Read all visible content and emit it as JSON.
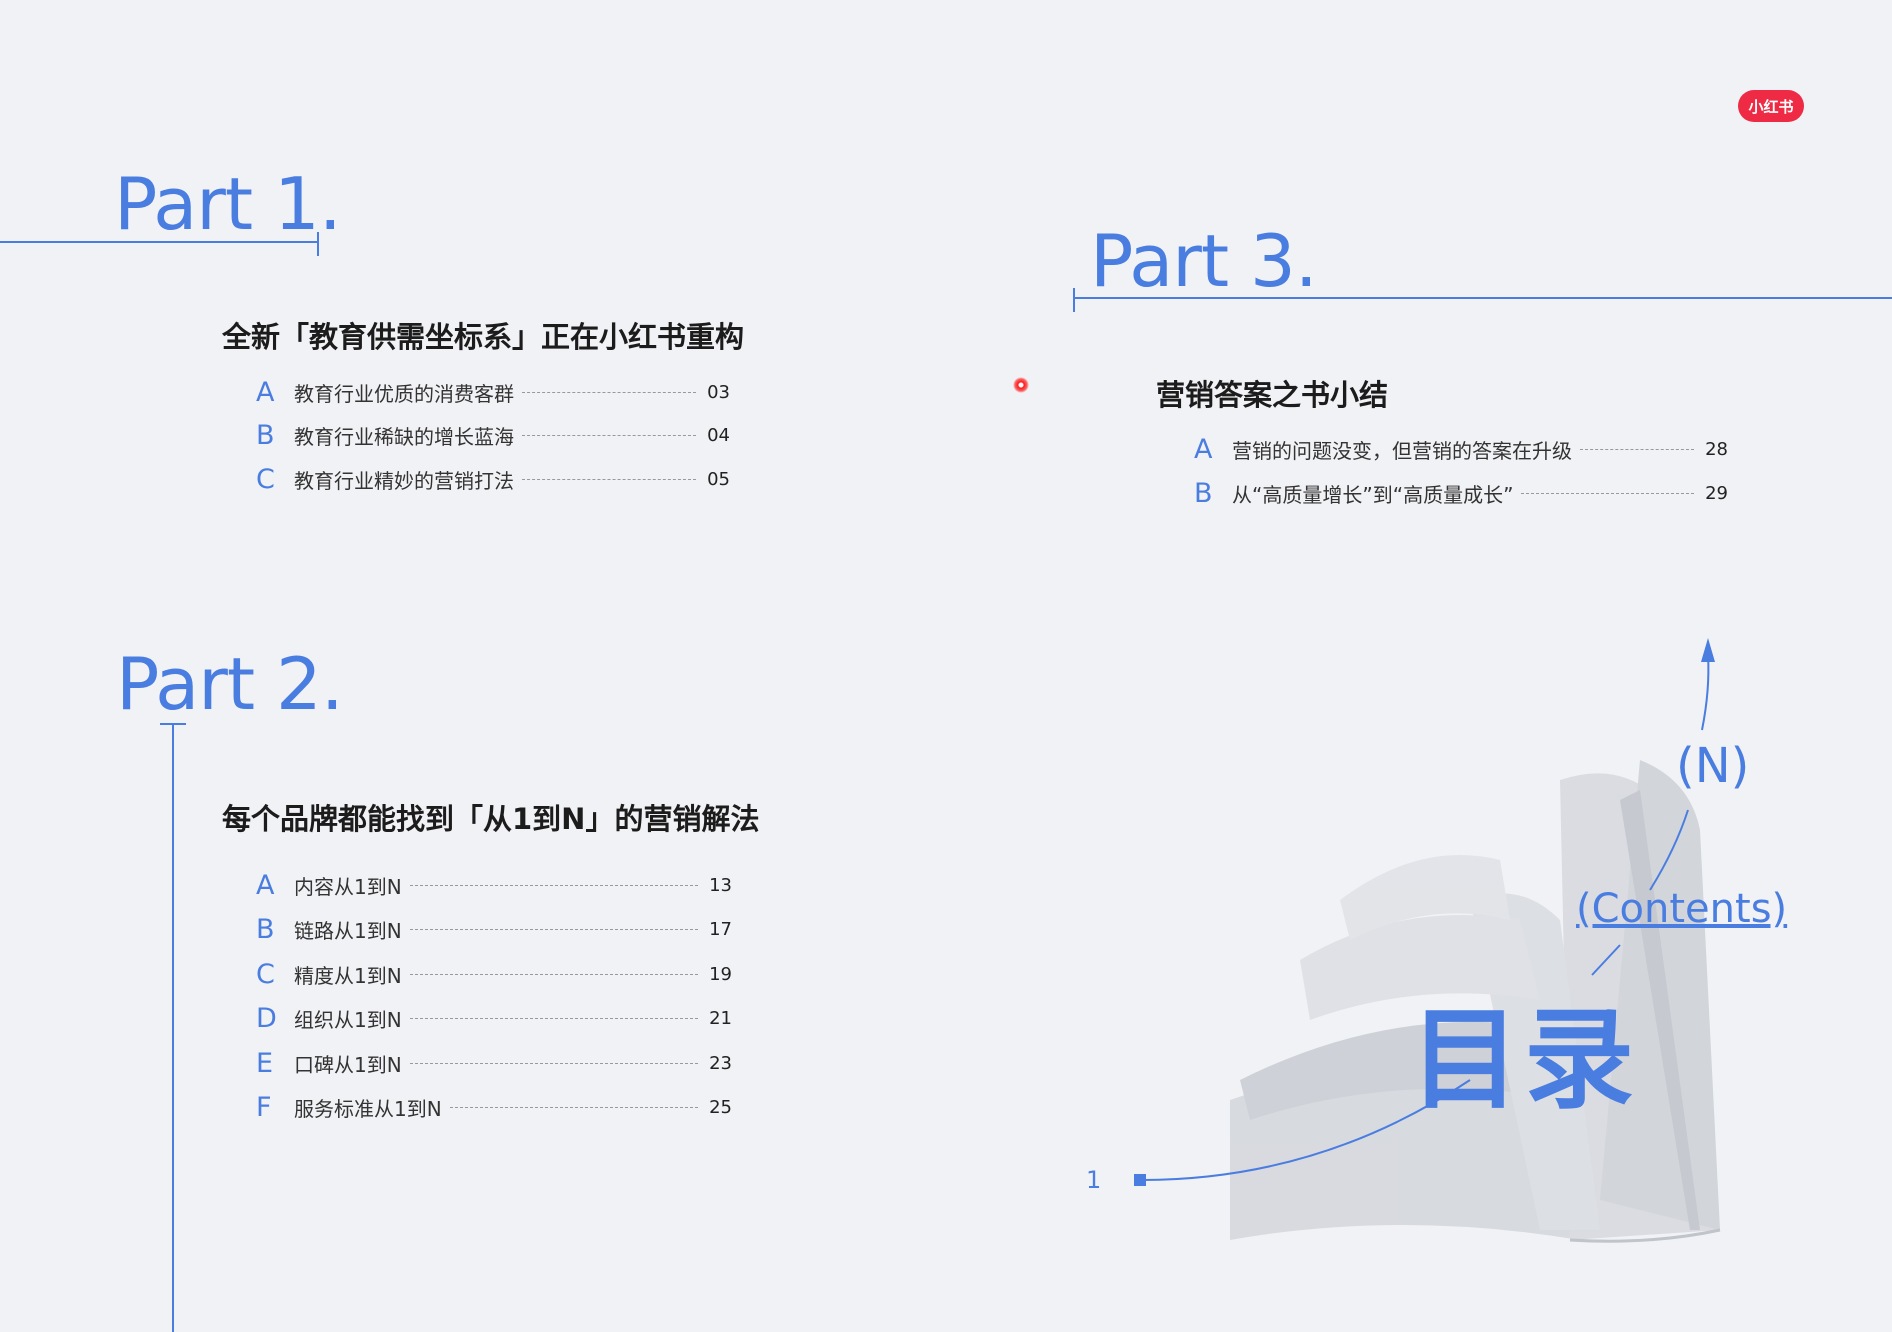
{
  "brand": {
    "logo_text": "小红书",
    "accent": "#4a7de0",
    "logo_color": "#ee2a44"
  },
  "part1": {
    "title": "Part 1.",
    "section": "全新「教育供需坐标系」正在小红书重构",
    "entries": [
      {
        "letter": "A",
        "label": "教育行业优质的消费客群",
        "page": "03"
      },
      {
        "letter": "B",
        "label": "教育行业稀缺的增长蓝海",
        "page": "04"
      },
      {
        "letter": "C",
        "label": "教育行业精妙的营销打法",
        "page": "05"
      }
    ]
  },
  "part2": {
    "title": "Part 2.",
    "section": "每个品牌都能找到「从1到N」的营销解法",
    "entries": [
      {
        "letter": "A",
        "label": "内容从1到N",
        "page": "13"
      },
      {
        "letter": "B",
        "label": "链路从1到N",
        "page": "17"
      },
      {
        "letter": "C",
        "label": "精度从1到N",
        "page": "19"
      },
      {
        "letter": "D",
        "label": "组织从1到N",
        "page": "21"
      },
      {
        "letter": "E",
        "label": "口碑从1到N",
        "page": "23"
      },
      {
        "letter": "F",
        "label": "服务标准从1到N",
        "page": "25"
      }
    ]
  },
  "part3": {
    "title": "Part 3.",
    "section": "营销答案之书小结",
    "entries": [
      {
        "letter": "A",
        "label": "营销的问题没变，但营销的答案在升级",
        "page": "28"
      },
      {
        "letter": "B",
        "label": "从“高质量增长”到“高质量成长”",
        "page": "29"
      }
    ]
  },
  "cover": {
    "title": "目录",
    "subtitle": "(Contents)",
    "n_label": "(N)",
    "one_label": "1"
  }
}
